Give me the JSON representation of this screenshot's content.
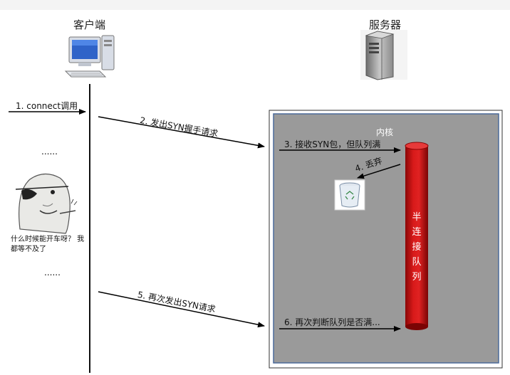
{
  "client": {
    "title": "客户端"
  },
  "server": {
    "title": "服务器"
  },
  "kernel": {
    "label": "内核"
  },
  "queue": {
    "chars": [
      "半",
      "连",
      "接",
      "队",
      "列"
    ]
  },
  "steps": {
    "s1": "1. connect调用",
    "s2": "2. 发出SYN握手请求",
    "s3": "3. 接收SYN包，但队列满",
    "s4": "4. 丢弃",
    "s5": "5. 再次发出SYN请求",
    "s6": "6. 再次判断队列是否满..."
  },
  "ellipsis_top": "......",
  "ellipsis_bottom": "......",
  "meme_caption": "什么时候能开车呀？ 我都等不及了",
  "colors": {
    "kernel_bg": "#9a9a9a",
    "kernel_border": "#4a6a9a",
    "queue_red": "#cc1111"
  }
}
